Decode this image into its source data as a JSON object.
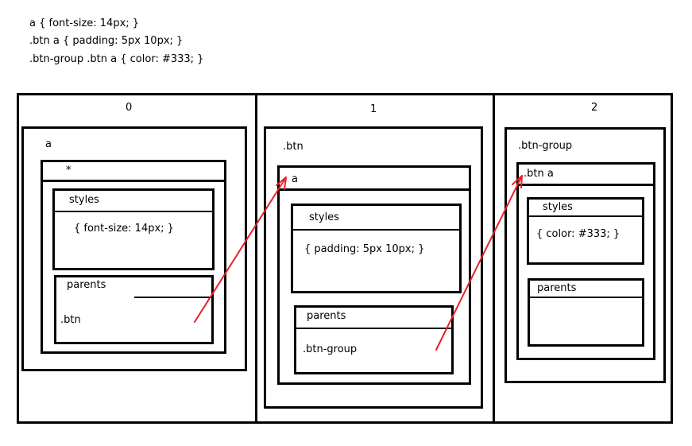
{
  "css_rules": [
    "a { font-size: 14px; }",
    ".btn a { padding: 5px 10px; }",
    ".btn-group .btn a { color: #333;  }"
  ],
  "columns": [
    {
      "index": "0",
      "outer_label": "a",
      "selector": "*",
      "styles_label": "styles",
      "styles_body": "{ font-size: 14px; }",
      "parents_label": "parents",
      "parents_body": ".btn"
    },
    {
      "index": "1",
      "outer_label": ".btn",
      "selector": "a",
      "styles_label": "styles",
      "styles_body": "{ padding: 5px 10px; }",
      "parents_label": "parents",
      "parents_body": ".btn-group"
    },
    {
      "index": "2",
      "outer_label": ".btn-group",
      "selector": ".btn a",
      "styles_label": "styles",
      "styles_body": "{ color: #333;  }",
      "parents_label": "parents",
      "parents_body": ""
    }
  ],
  "colors": {
    "arrow": "#e8202a",
    "line": "#000000"
  }
}
